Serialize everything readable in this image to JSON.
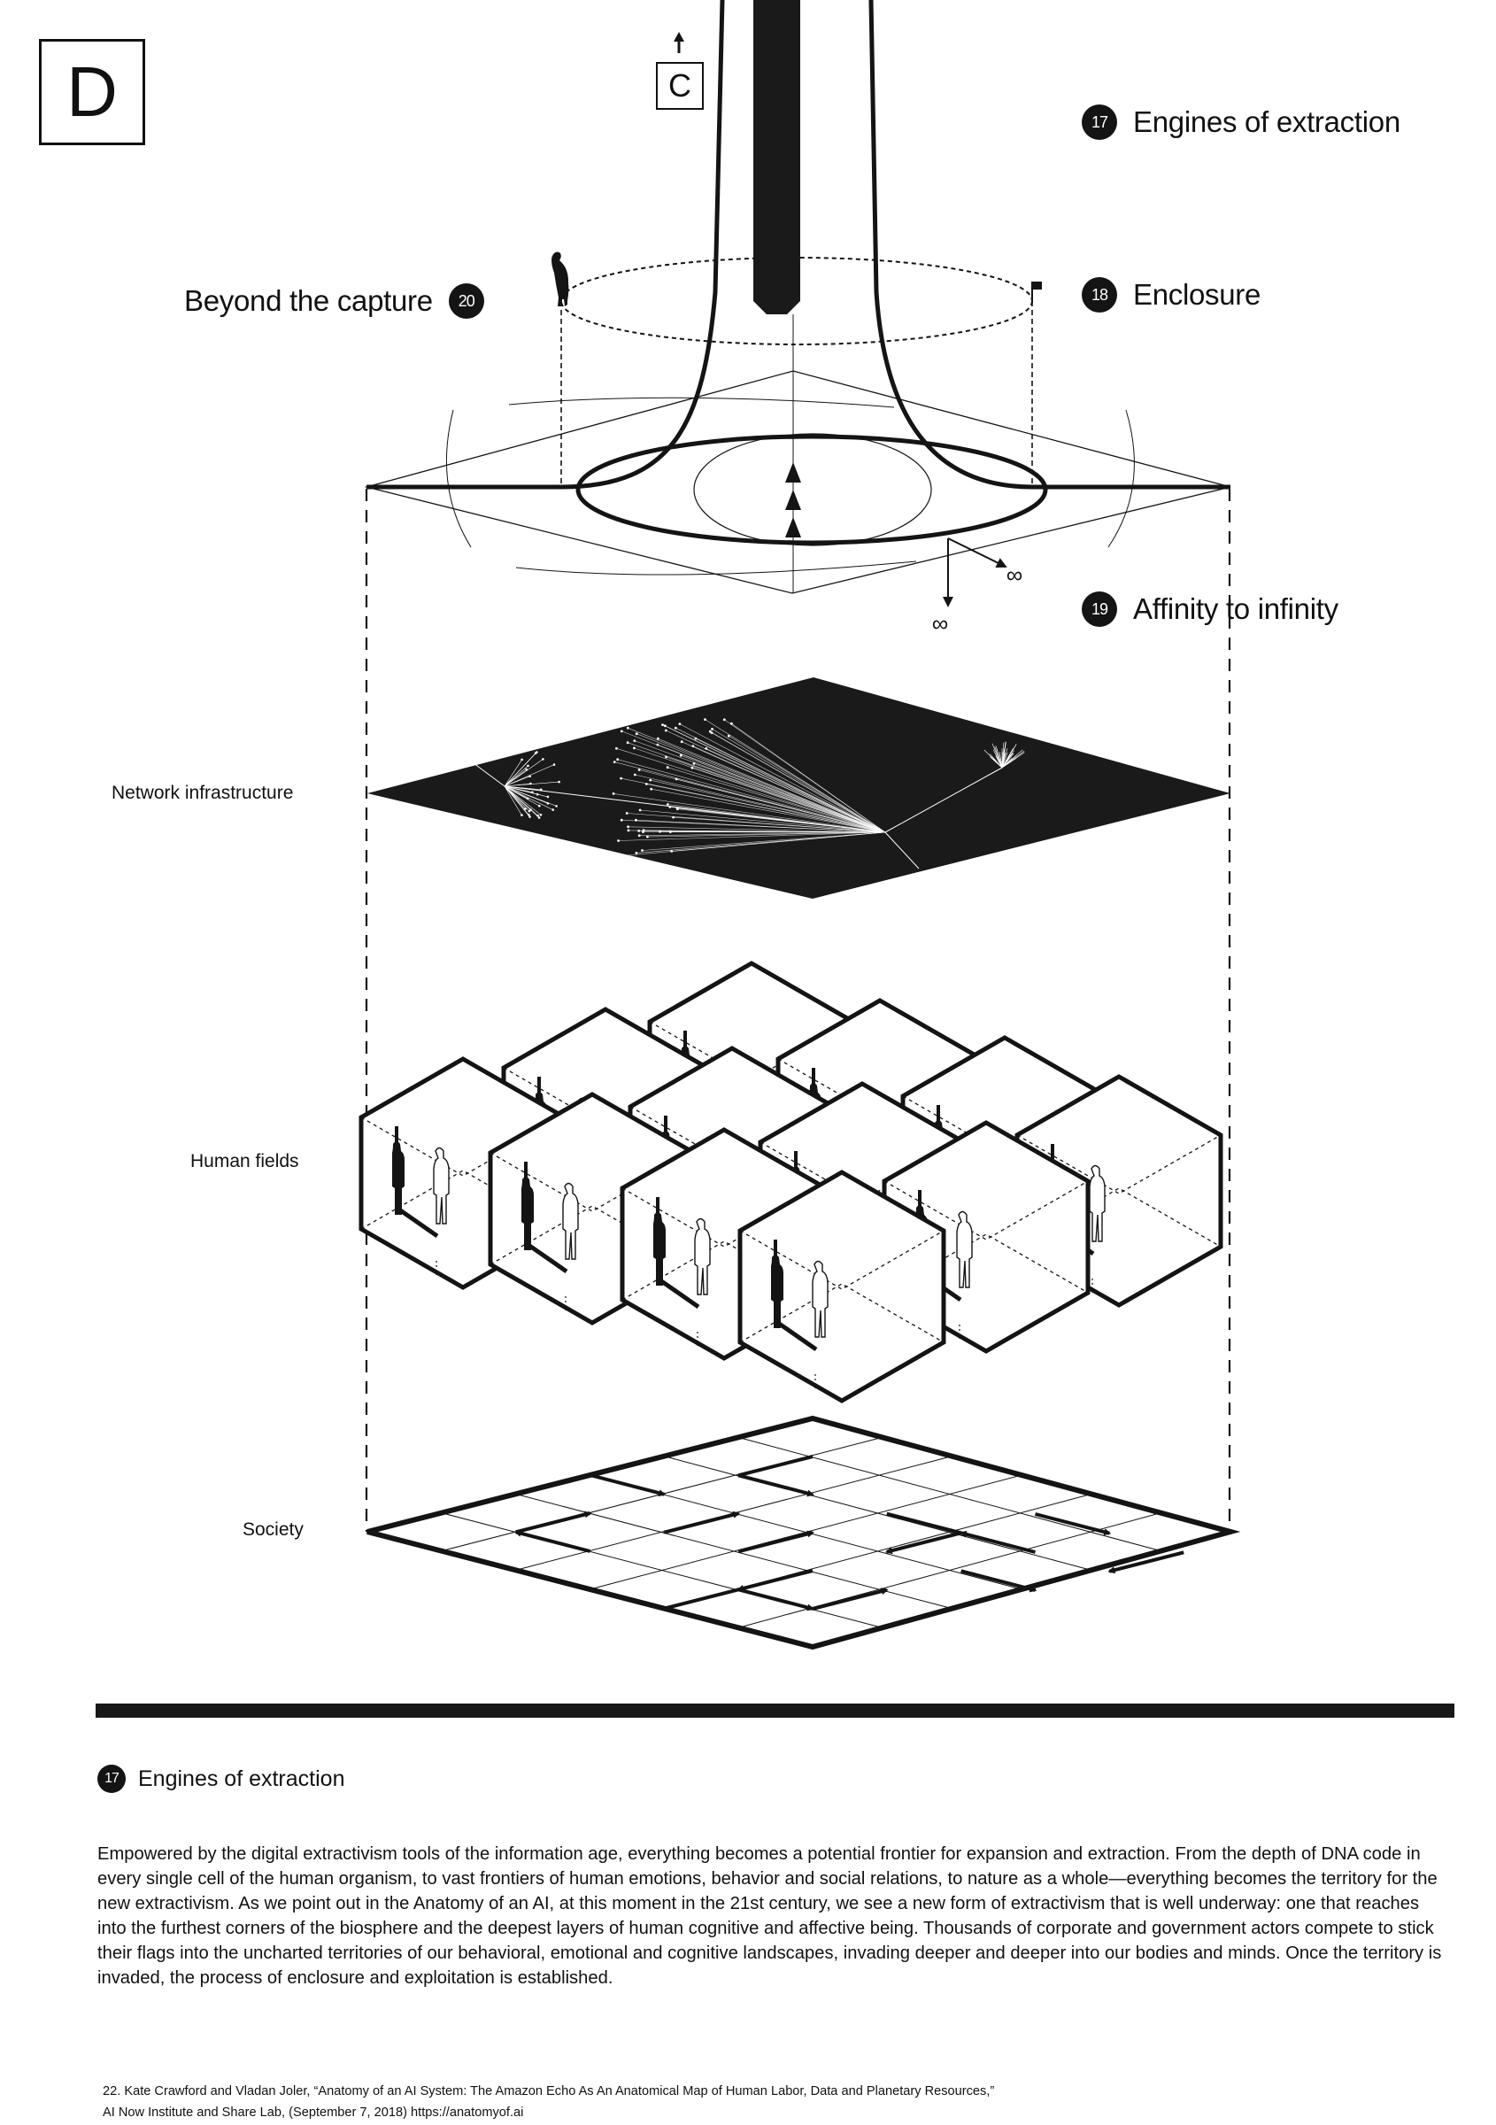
{
  "page": {
    "section_letter": "D",
    "previous_section_letter": "C",
    "arrow_up_icon": "arrow-up-icon"
  },
  "callouts": [
    {
      "number": "17",
      "label": "Engines of extraction"
    },
    {
      "number": "18",
      "label": "Enclosure"
    },
    {
      "number": "19",
      "label": "Affinity to infinity"
    },
    {
      "number": "20",
      "label": "Beyond the capture"
    }
  ],
  "layers": {
    "network": "Network infrastructure",
    "human": "Human fields",
    "society": "Society"
  },
  "infinity_symbol": "∞",
  "colors": {
    "ink": "#141414",
    "background": "#ffffff"
  },
  "section": {
    "number": "17",
    "heading": "Engines of extraction",
    "body": "Empowered by the digital extractivism tools of the information age, everything becomes a potential frontier for expansion and extraction. From the depth of DNA code in every single cell of the human organism, to vast frontiers of human emotions, behavior and social relations, to nature as a whole—everything becomes the territory for the new extractivism. As we point out in the Anatomy of an AI, at this moment in the 21st century, we see a new form of extractivism that is well underway: one that reaches into the furthest corners of the biosphere and the deepest layers of human cognitive and affective being. Thousands of corporate and government actors compete to stick their flags into the uncharted territories of our behavioral, emotional and cognitive landscapes, invading deeper and deeper into our bodies and minds. Once the territory is invaded, the process of enclosure and exploitation is established."
  },
  "footnote": {
    "line1": "22. Kate Crawford and Vladan Joler, “Anatomy of an AI System: The Amazon Echo As An Anatomical Map of Human Labor, Data and Planetary Resources,”",
    "line2": "AI Now Institute and Share Lab, (September 7, 2018) https://anatomyof.ai"
  }
}
